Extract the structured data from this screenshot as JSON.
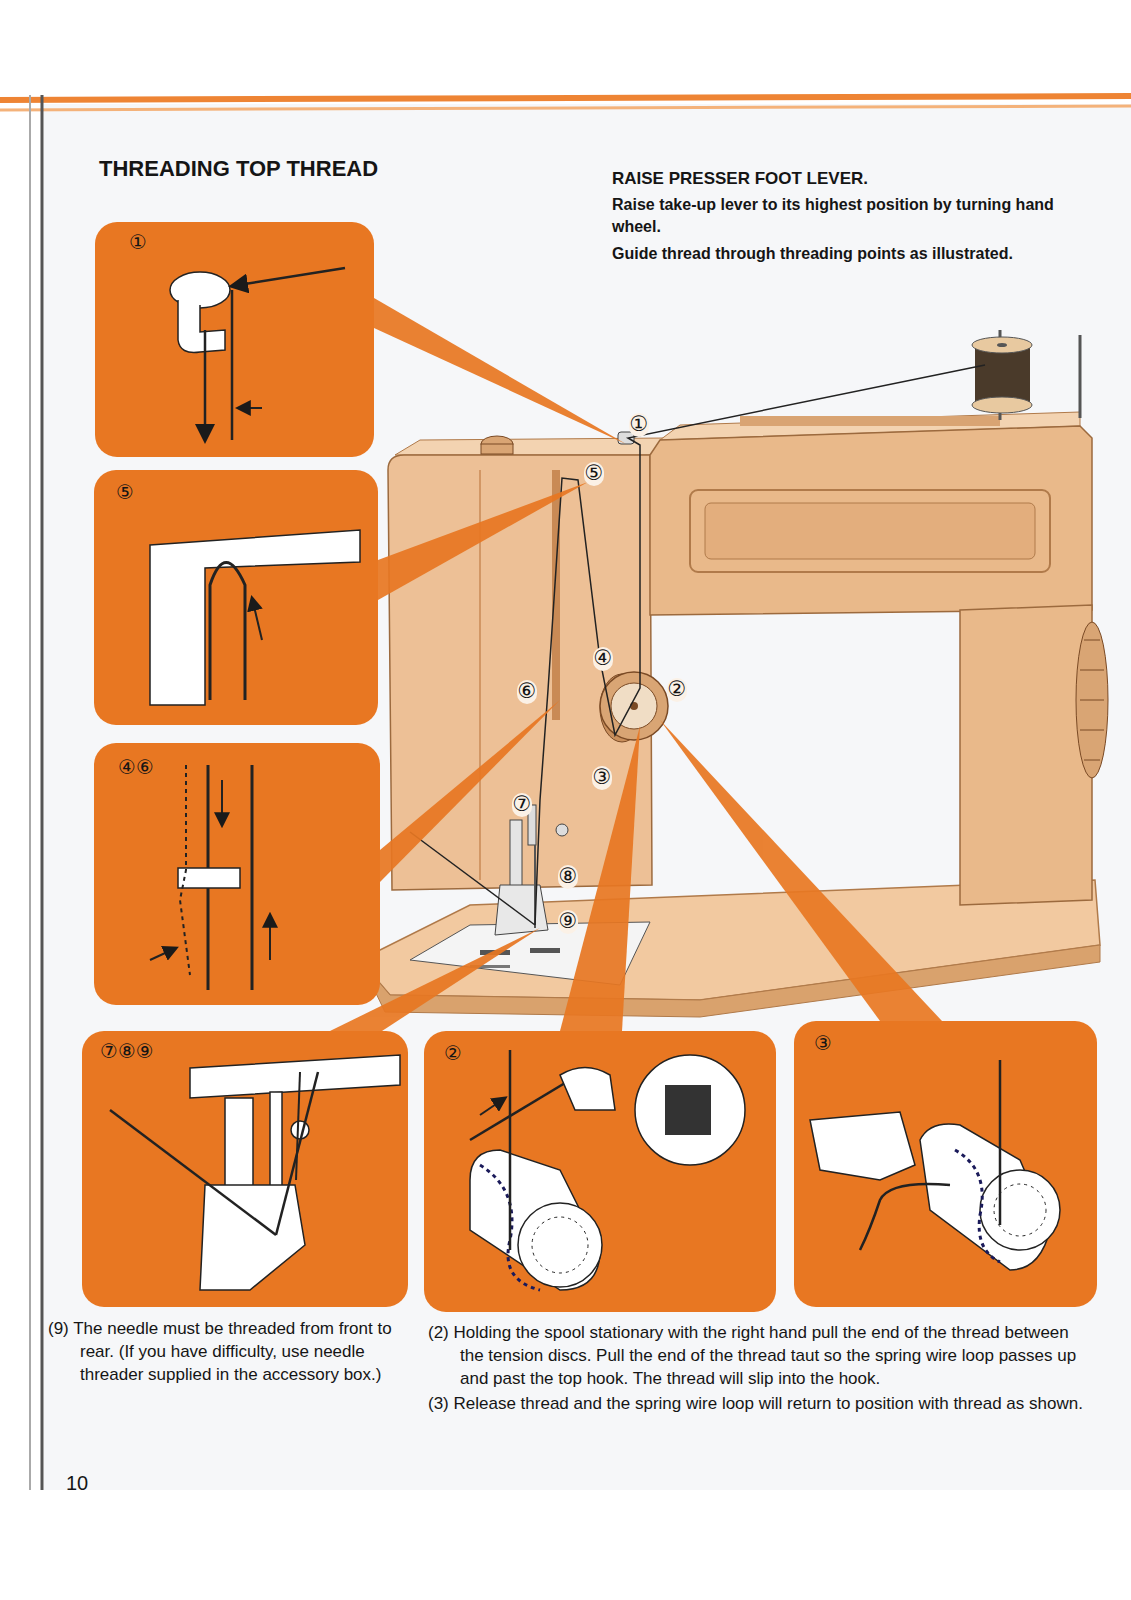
{
  "diagram": {
    "title": "THREADING TOP THREAD",
    "nodes": [
      {
        "text": [
          "①"
        ]
      },
      {
        "text": [
          "⑤"
        ]
      },
      {
        "text": [
          "④⑥"
        ]
      },
      {
        "text": [
          "⑦⑧⑨"
        ]
      },
      {
        "text": [
          "②"
        ]
      },
      {
        "text": [
          "③"
        ]
      }
    ],
    "labels": [
      "RAISE PRESSER FOOT LEVER.",
      "Raise take-up lever to its highest position by turning hand wheel.",
      "Guide thread through threading points as illustrated.",
      "①",
      "⑤",
      "④",
      "⑥",
      "②",
      "③",
      "⑦",
      "⑧",
      "⑨",
      "(9) The needle must be threaded from front to rear. (If you have difficulty, use needle threader supplied in the accessory box.)",
      "(2) Holding the spool stationary with the right hand pull the end of the thread between the tension discs. Pull the end of the thread taut so the spring wire loop passes up and past the top hook. The thread will slip into the hook.",
      "(3) Release thread and the spring wire loop will return to position with thread as shown.",
      "10"
    ]
  }
}
